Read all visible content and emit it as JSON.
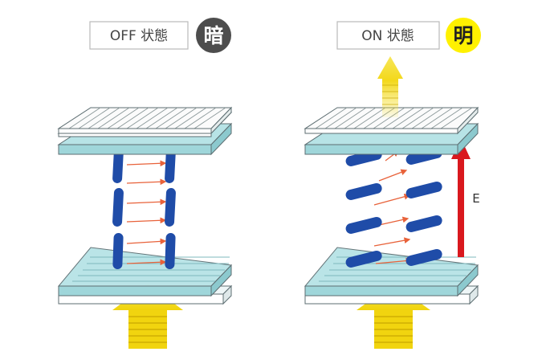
{
  "panels": {
    "off": {
      "state_label": "OFF 状態",
      "brightness": "暗",
      "badge_color": "#4d4d4d",
      "badge_text_color": "#ffffff"
    },
    "on": {
      "state_label": "ON 状態",
      "brightness": "明",
      "badge_color": "#fff100",
      "badge_text_color": "#222222",
      "field_label": "E"
    }
  },
  "colors": {
    "glass_fill": "#b7e3e6",
    "glass_edge": "#5d6e72",
    "molecule": "#1f4ca8",
    "dipole_arrow": "#e8623a",
    "field_arrow": "#d9181e",
    "light_arrow": "#f4dc1f"
  }
}
